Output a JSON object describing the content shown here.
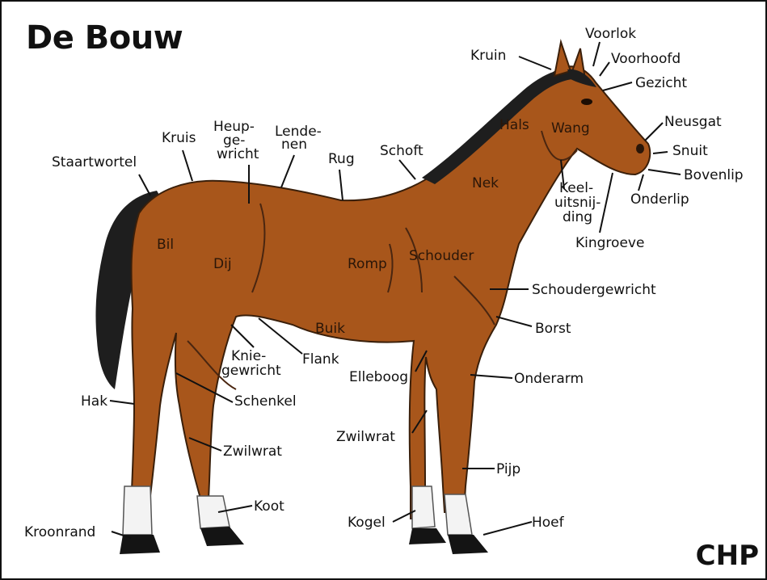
{
  "title": "De Bouw",
  "credit": "CHP",
  "colors": {
    "coat": "#a8561b",
    "mane": "#1e1e1e",
    "hoof": "#141414",
    "sock": "#f3f3f3"
  },
  "labels": {
    "voorlok": "Voorlok",
    "kruin": "Kruin",
    "voorhoofd": "Voorhoofd",
    "gezicht": "Gezicht",
    "neusgat": "Neusgat",
    "snuit": "Snuit",
    "bovenlip": "Bovenlip",
    "onderlip": "Onderlip",
    "kingroeve": "Kingroeve",
    "keel": [
      "Keel-",
      "uitsnij-",
      "ding"
    ],
    "staartwortel": "Staartwortel",
    "kruis": "Kruis",
    "heup": [
      "Heup-",
      "ge-",
      "wricht"
    ],
    "lenden": [
      "Lende-",
      "nen"
    ],
    "rug": "Rug",
    "schoft": "Schoft",
    "schoudergewricht": "Schoudergewricht",
    "borst": "Borst",
    "onderarm": "Onderarm",
    "elleboog": "Elleboog",
    "flank": "Flank",
    "knie": [
      "Knie-",
      "gewricht"
    ],
    "schenkel": "Schenkel",
    "hak": "Hak",
    "zwilwrat_front": "Zwilwrat",
    "zwilwrat_hind": "Zwilwrat",
    "pijp": "Pijp",
    "kogel": "Kogel",
    "hoef": "Hoef",
    "koot": "Koot",
    "kroonrand": "Kroonrand"
  },
  "body_labels": {
    "hals": "Hals",
    "wang": "Wang",
    "nek": "Nek",
    "bil": "Bil",
    "dij": "Dij",
    "romp": "Romp",
    "schouder": "Schouder",
    "buik": "Buik"
  }
}
